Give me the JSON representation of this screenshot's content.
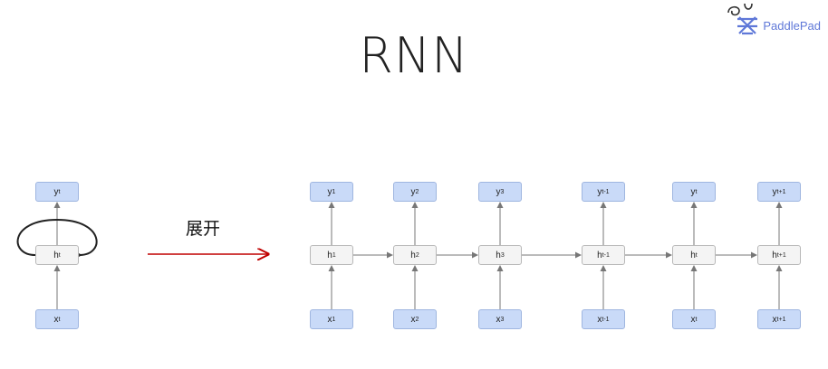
{
  "title": "RNN",
  "logo": {
    "text": "PaddlePad",
    "icon": "paddlepaddle-logo-icon",
    "color": "#5f78d8"
  },
  "arrow_label": "展开",
  "colors": {
    "io_fill": "#c9daf8",
    "hidden_fill": "#f4f4f4",
    "arrow": "#c00000",
    "line": "#777777"
  },
  "folded": {
    "output": {
      "base": "y",
      "sub": "t"
    },
    "hidden": {
      "base": "h",
      "sub": "t"
    },
    "input": {
      "base": "x",
      "sub": "t"
    }
  },
  "unrolled": [
    {
      "output": {
        "base": "y",
        "sub": "1"
      },
      "hidden": {
        "base": "h",
        "sub": "1"
      },
      "input": {
        "base": "x",
        "sub": "1"
      }
    },
    {
      "output": {
        "base": "y",
        "sub": "2"
      },
      "hidden": {
        "base": "h",
        "sub": "2"
      },
      "input": {
        "base": "x",
        "sub": "2"
      }
    },
    {
      "output": {
        "base": "y",
        "sub": "3"
      },
      "hidden": {
        "base": "h",
        "sub": "3"
      },
      "input": {
        "base": "x",
        "sub": "3"
      }
    },
    {
      "output": {
        "base": "y",
        "sub": "t-1"
      },
      "hidden": {
        "base": "h",
        "sub": "t-1"
      },
      "input": {
        "base": "x",
        "sub": "t-1"
      }
    },
    {
      "output": {
        "base": "y",
        "sub": "t"
      },
      "hidden": {
        "base": "h",
        "sub": "t"
      },
      "input": {
        "base": "x",
        "sub": "t"
      }
    },
    {
      "output": {
        "base": "y",
        "sub": "t+1"
      },
      "hidden": {
        "base": "h",
        "sub": "t+1"
      },
      "input": {
        "base": "x",
        "sub": "t+1"
      }
    }
  ]
}
